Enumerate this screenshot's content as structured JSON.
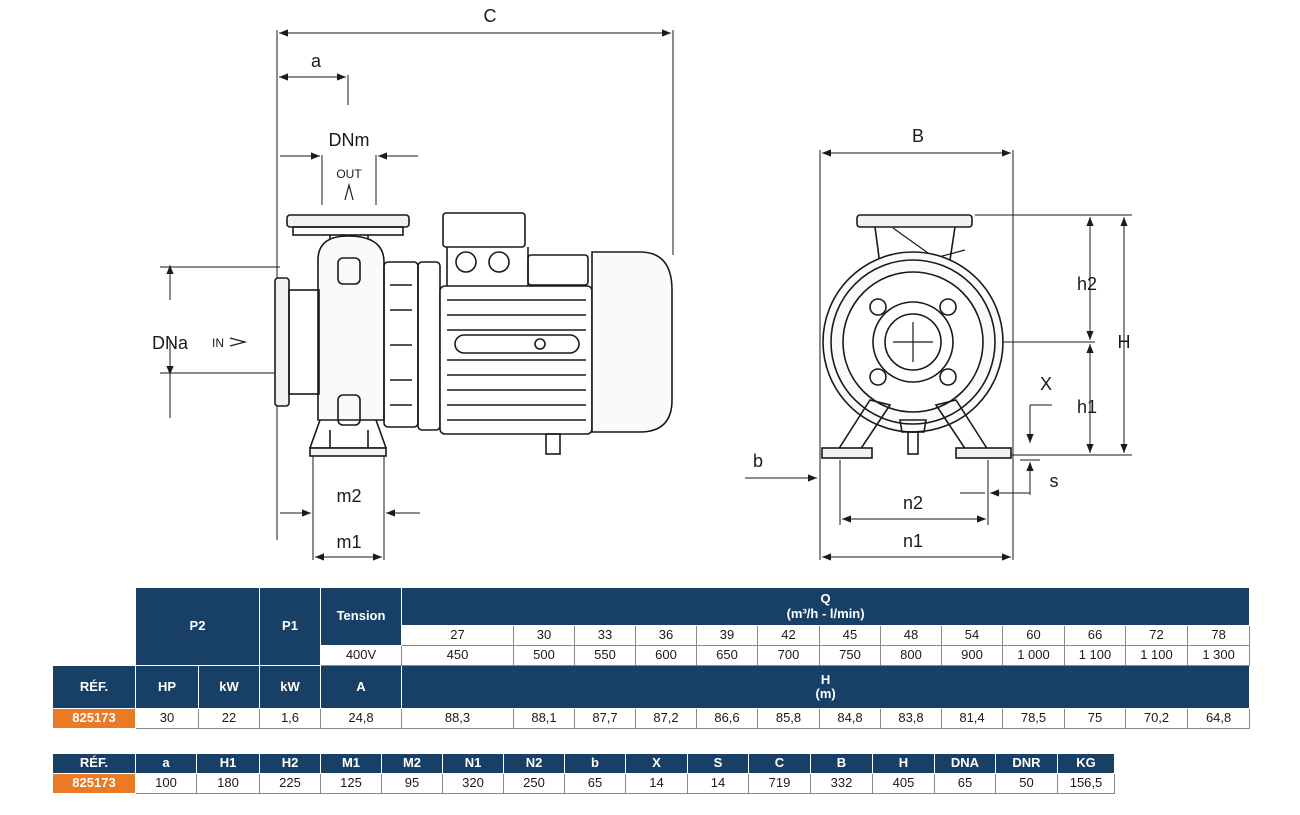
{
  "drawing": {
    "labels": {
      "C": "C",
      "a": "a",
      "DNm": "DNm",
      "out": "OUT",
      "DNa": "DNa",
      "in": "IN",
      "m2": "m2",
      "m1": "m1",
      "B": "B",
      "h2": "h2",
      "H": "H",
      "X": "X",
      "h1": "h1",
      "b": "b",
      "s": "s",
      "n2": "n2",
      "n1": "n1"
    }
  },
  "table1": {
    "header": {
      "p2": "P2",
      "p1": "P1",
      "tension": "Tension",
      "q_title": "Q",
      "q_unit": "(m³/h - l/min)",
      "voltage": "400V"
    },
    "q_m3h": [
      "27",
      "30",
      "33",
      "36",
      "39",
      "42",
      "45",
      "48",
      "54",
      "60",
      "66",
      "72",
      "78"
    ],
    "q_lmin": [
      "450",
      "500",
      "550",
      "600",
      "650",
      "700",
      "750",
      "800",
      "900",
      "1 000",
      "1 100",
      "1 100",
      "1 300"
    ],
    "subheader": {
      "ref": "RÉF.",
      "hp": "HP",
      "kw1": "kW",
      "kw2": "kW",
      "a": "A",
      "h_title": "H",
      "h_unit": "(m)"
    },
    "row": {
      "ref": "825173",
      "hp": "30",
      "p2_kw": "22",
      "p1_kw": "1,6",
      "amps": "24,8"
    },
    "heads": [
      "88,3",
      "88,1",
      "87,7",
      "87,2",
      "86,6",
      "85,8",
      "84,8",
      "83,8",
      "81,4",
      "78,5",
      "75",
      "70,2",
      "64,8"
    ]
  },
  "table2": {
    "headers": [
      "RÉF.",
      "a",
      "H1",
      "H2",
      "M1",
      "M2",
      "N1",
      "N2",
      "b",
      "X",
      "S",
      "C",
      "B",
      "H",
      "DNA",
      "DNR",
      "KG"
    ],
    "values": [
      "825173",
      "100",
      "180",
      "225",
      "125",
      "95",
      "320",
      "250",
      "65",
      "14",
      "14",
      "719",
      "332",
      "405",
      "65",
      "50",
      "156,5"
    ]
  },
  "colors": {
    "header_bg": "#183f66",
    "ref_bg": "#ea7a26",
    "line": "#1a1a1a"
  }
}
